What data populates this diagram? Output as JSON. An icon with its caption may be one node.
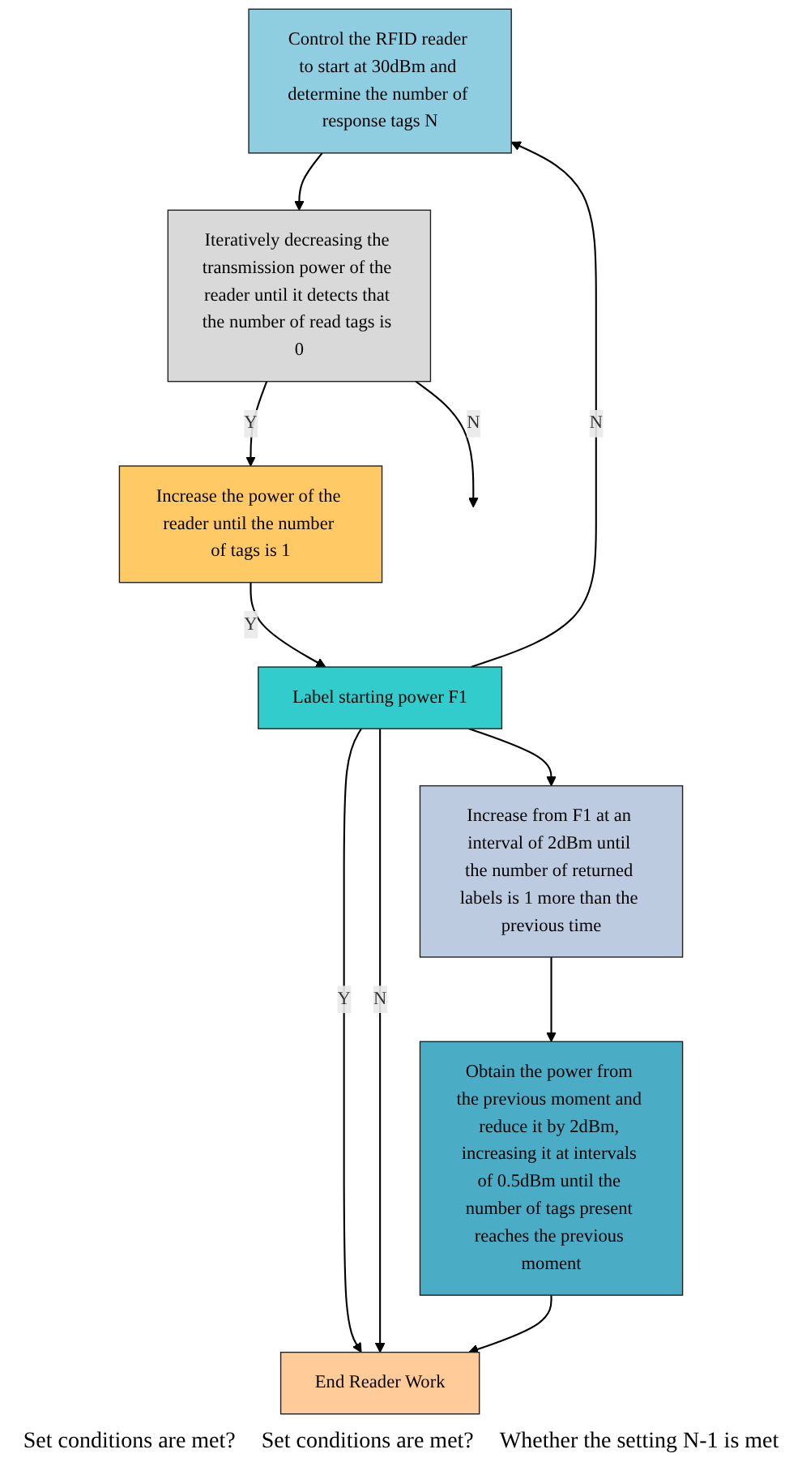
{
  "diagram": {
    "nodes": [
      {
        "text": [
          "Control the RFID reader to start at 30dBm and determine the number of response tags N"
        ]
      },
      {
        "text": [
          "Iteratively decreasing the transmission power of the reader until it detects that the number of read tags is 0"
        ]
      },
      {
        "text": [
          "Increase the power of the reader until the number of tags is 1"
        ]
      },
      {
        "text": [
          "Label starting power F1"
        ]
      },
      {
        "text": [
          "End Reader Work"
        ]
      },
      {
        "text": [
          "Obtain the power from the previous moment and reduce it by 2dBm, increasing it at intervals of 0.5dBm until the number of tags present reaches the previous moment"
        ]
      },
      {
        "text": [
          "Increase from F1 at an interval of 2dBm until the number of returned labels is 1 more than the previous time"
        ]
      }
    ],
    "edges": [
      {
        "from": 0,
        "to": 1,
        "arrow": "to"
      },
      {
        "from": 1,
        "to": null,
        "arrow": "to",
        "label": "N"
      },
      {
        "from": 1,
        "to": 2,
        "arrow": "to",
        "label": "Y"
      },
      {
        "from": 2,
        "to": 3,
        "arrow": "to",
        "label": "Y"
      },
      {
        "from": 3,
        "to": 0,
        "arrow": "to",
        "label": "N"
      },
      {
        "from": 3,
        "to": 4,
        "arrow": "to",
        "label": "Y"
      },
      {
        "from": 3,
        "to": 4,
        "arrow": "to",
        "label": "N"
      },
      {
        "from": 3,
        "to": 6,
        "arrow": "to"
      },
      {
        "from": 6,
        "to": 5,
        "arrow": "to"
      },
      {
        "from": 5,
        "to": 4,
        "arrow": "to"
      }
    ],
    "labels": [
      "Set conditions are met?",
      "Set conditions are met?",
      "Whether the setting N-1 is met"
    ]
  }
}
